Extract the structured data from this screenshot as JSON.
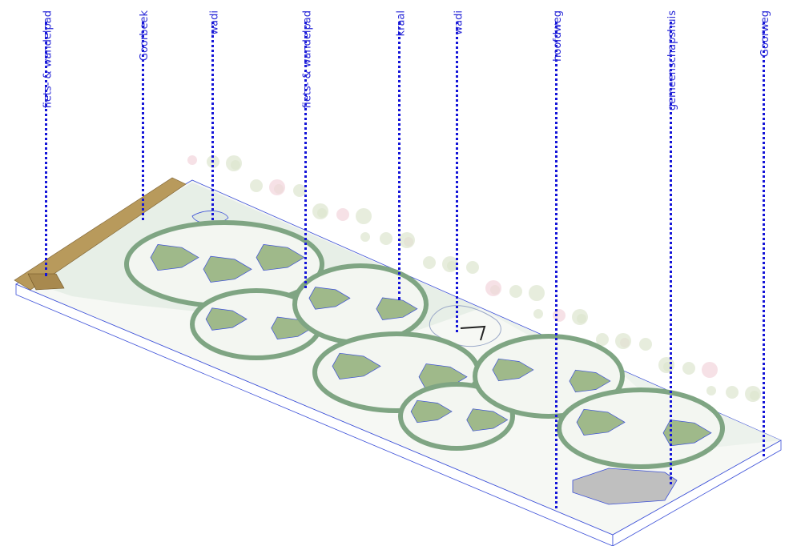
{
  "colors": {
    "label": "#2a2ad8",
    "leader": "#1414d8",
    "ring": "#7fa583",
    "roof": "#9fb98a",
    "platform": "#eef3ee",
    "outline": "#3b4fd8",
    "boardwalk": "#b89a5c"
  },
  "annotations": [
    {
      "label": "fiets- & wandelpad"
    },
    {
      "label": "Goorbeek"
    },
    {
      "label": "wadi"
    },
    {
      "label": "fiets- & wandelpad"
    },
    {
      "label": "kraal"
    },
    {
      "label": "wadi"
    },
    {
      "label": "hoofdweg"
    },
    {
      "label": "gemeenschapshuis"
    },
    {
      "label": "Goorweg"
    }
  ]
}
